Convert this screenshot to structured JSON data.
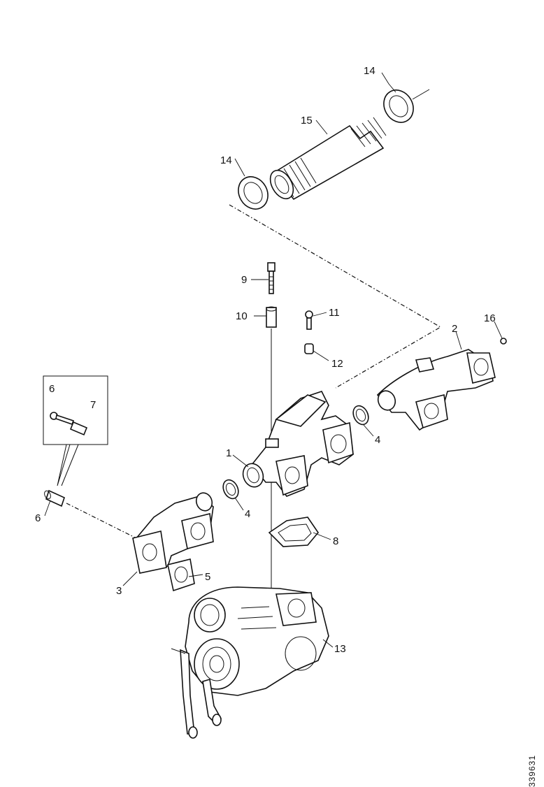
{
  "callouts": {
    "c1": "1",
    "c2": "2",
    "c3": "3",
    "c4a": "4",
    "c4b": "4",
    "c5": "5",
    "c6a": "6",
    "c6b": "6",
    "c7": "7",
    "c8": "8",
    "c9": "9",
    "c10": "10",
    "c11": "11",
    "c12": "12",
    "c13": "13",
    "c14a": "14",
    "c14b": "14",
    "c15": "15",
    "c16": "16"
  },
  "drawing_ref": "339631"
}
